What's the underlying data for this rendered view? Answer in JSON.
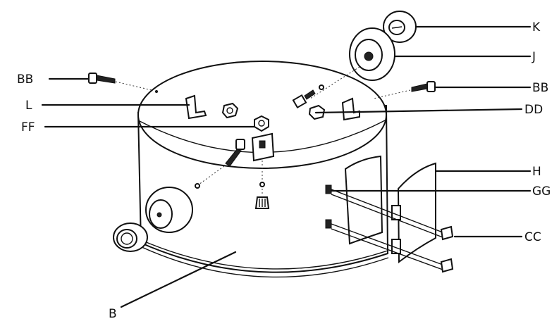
{
  "diagram": {
    "type": "exploded-parts-view",
    "labels": {
      "K": "K",
      "J": "J",
      "BB_left": "BB",
      "BB_right": "BB",
      "L": "L",
      "DD": "DD",
      "FF": "FF",
      "H": "H",
      "GG": "GG",
      "CC": "CC",
      "B": "B"
    }
  }
}
